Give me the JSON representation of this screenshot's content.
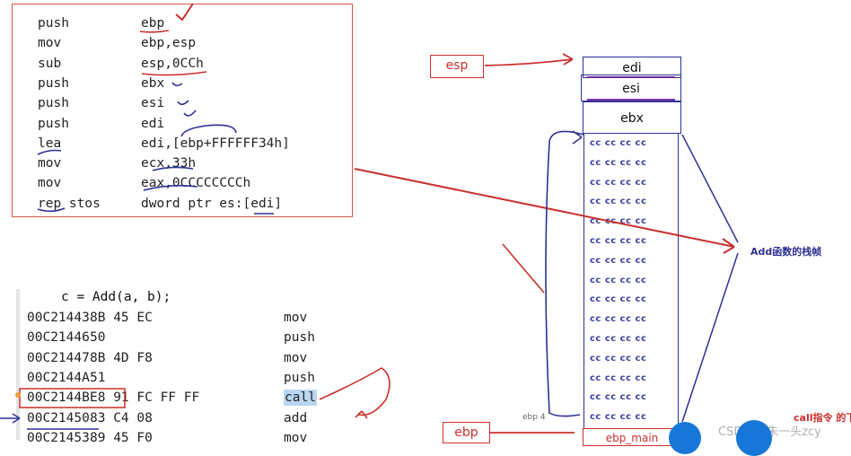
{
  "asm": [
    {
      "op": "push",
      "args": "ebp"
    },
    {
      "op": "mov",
      "args": "ebp,esp"
    },
    {
      "op": "sub",
      "args": "esp,0CCh"
    },
    {
      "op": "push",
      "args": "ebx"
    },
    {
      "op": "push",
      "args": "esi"
    },
    {
      "op": "push",
      "args": "edi"
    },
    {
      "op": "lea",
      "args": "edi,[ebp+FFFFFF34h]"
    },
    {
      "op": "mov",
      "args": "ecx,33h"
    },
    {
      "op": "mov",
      "args": "eax,0CCCCCCCCh"
    },
    {
      "op": "rep stos",
      "args": "dword ptr es:[edi]"
    }
  ],
  "disasm": {
    "source": "c = Add(a, b);",
    "rows": [
      {
        "addr": "00C21443",
        "bytes": "8B 45 EC",
        "mn": "mov"
      },
      {
        "addr": "00C21446",
        "bytes": "50",
        "mn": "push"
      },
      {
        "addr": "00C21447",
        "bytes": "8B 4D F8",
        "mn": "mov"
      },
      {
        "addr": "00C2144A",
        "bytes": "51",
        "mn": "push"
      },
      {
        "addr": "00C2144B",
        "bytes": "E8 91 FC FF FF",
        "mn": "call"
      },
      {
        "addr": "00C21450",
        "bytes": "83 C4 08",
        "mn": "add"
      },
      {
        "addr": "00C21453",
        "bytes": "89 45 F0",
        "mn": "mov"
      }
    ]
  },
  "labels": {
    "esp": "esp",
    "ebp": "ebp",
    "ebp_small": "ebp 4",
    "ebp_main": "ebp_main",
    "add_frame": "Add函数的栈帧",
    "call_note": "call指令 的下"
  },
  "stack": {
    "regs": [
      "edi",
      "esi",
      "ebx"
    ],
    "cc_text": "cc cc cc cc",
    "cc_count": 15
  },
  "watermark": "CSDN @朱一头zcy",
  "colors": {
    "red": "#c9302c",
    "blue": "#2e3192",
    "purple": "#6a1b9a"
  }
}
